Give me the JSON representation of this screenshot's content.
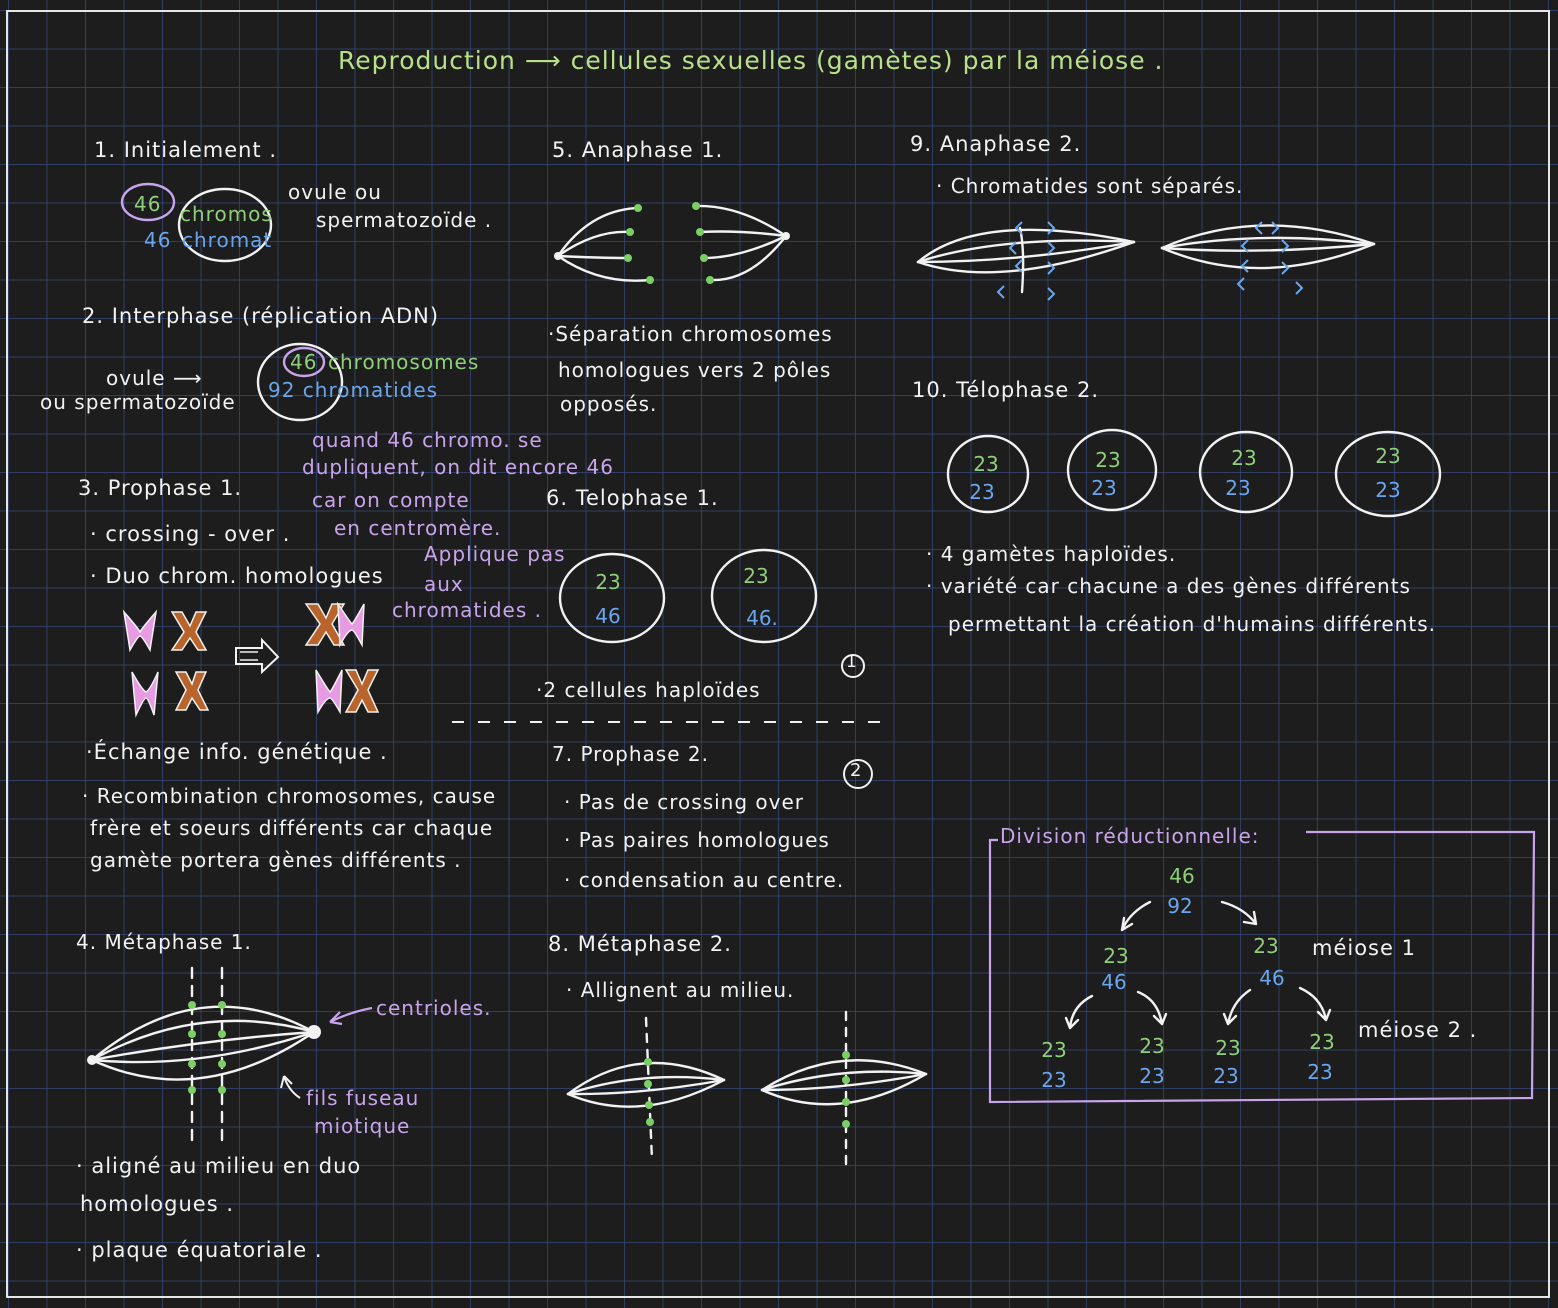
{
  "title": "Reproduction ⟶ cellules sexuelles (gamètes) par la méiose .",
  "s1": {
    "heading": "1. Initialement .",
    "num_chromos": "46",
    "label_chromos": "chromos",
    "num_chromat": "46",
    "label_chromat": "chromat",
    "ovule": "ovule ou",
    "sperm": "spermatozoïde ."
  },
  "s2": {
    "heading": "2. Interphase (réplication ADN)",
    "ovule": "ovule ⟶",
    "sperm": "ou spermatozoïde",
    "num_chromosomes": "46",
    "label_chromosomes": "chromosomes",
    "chromatides": "92 chromatides",
    "note1": "quand 46 chromo. se",
    "note2": "dupliquent, on dit encore 46",
    "note3": "car on compte",
    "note4": "en centromère."
  },
  "s3": {
    "heading": "3. Prophase 1.",
    "b1": "· crossing - over .",
    "b2": "· Duo chrom. homologues",
    "note1": "Applique pas",
    "note2": "aux",
    "note3": "chromatides .",
    "b3": "·Échange info. génétique .",
    "b4": "· Recombination chromosomes, cause",
    "b5": "frère et soeurs différents car chaque",
    "b6": "gamète portera gènes différents ."
  },
  "s4": {
    "heading": "4. Métaphase 1.",
    "centrioles": "centrioles.",
    "fils1": "fils fuseau",
    "fils2": "miotique",
    "b1": "· aligné au milieu en duo",
    "b2": "homologues .",
    "b3": "· plaque équatoriale ."
  },
  "s5": {
    "heading": "5. Anaphase 1.",
    "b1": "·Séparation chromosomes",
    "b2": "homologues vers 2 pôles",
    "b3": "opposés."
  },
  "s6": {
    "heading": "6. Telophase 1.",
    "cell1_top": "23",
    "cell1_bot": "46",
    "cell2_top": "23",
    "cell2_bot": "46.",
    "b1": "·2 cellules haploïdes",
    "marker": "1"
  },
  "s7": {
    "heading": "7. Prophase 2.",
    "marker": "2",
    "b1": "· Pas de crossing over",
    "b2": "· Pas paires homologues",
    "b3": "· condensation au centre."
  },
  "s8": {
    "heading": "8. Métaphase 2.",
    "b1": "· Allignent au milieu."
  },
  "s9": {
    "heading": "9. Anaphase 2.",
    "b1": "· Chromatides sont séparés."
  },
  "s10": {
    "heading": "10. Télophase 2.",
    "cells": [
      {
        "top": "23",
        "bot": "23"
      },
      {
        "top": "23",
        "bot": "23"
      },
      {
        "top": "23",
        "bot": "23"
      },
      {
        "top": "23",
        "bot": "23"
      }
    ],
    "b1": "· 4 gamètes haploïdes.",
    "b2": "· variété car chacune a des gènes différents",
    "b3": "permettant la création d'humains différents."
  },
  "division": {
    "title": "Division réductionnelle:",
    "root_top": "46",
    "root_bot": "92",
    "mid_left_top": "23",
    "mid_left_bot": "46",
    "mid_right_top": "23",
    "mid_right_bot": "46",
    "meiose1": "méiose 1",
    "meiose2": "méiose 2 .",
    "leaves": [
      {
        "top": "23",
        "bot": "23"
      },
      {
        "top": "23",
        "bot": "23"
      },
      {
        "top": "23",
        "bot": "23"
      },
      {
        "top": "23",
        "bot": "23"
      }
    ]
  },
  "colors": {
    "background": "#1e1d1d",
    "grid": "#344a78",
    "chalk": "#f2f2f2",
    "green": "#8fcf7a",
    "blue": "#6aa6ee",
    "purple": "#c8a4ec",
    "pink_chromosome": "#e79be3",
    "orange_chromosome": "#b8642a"
  }
}
